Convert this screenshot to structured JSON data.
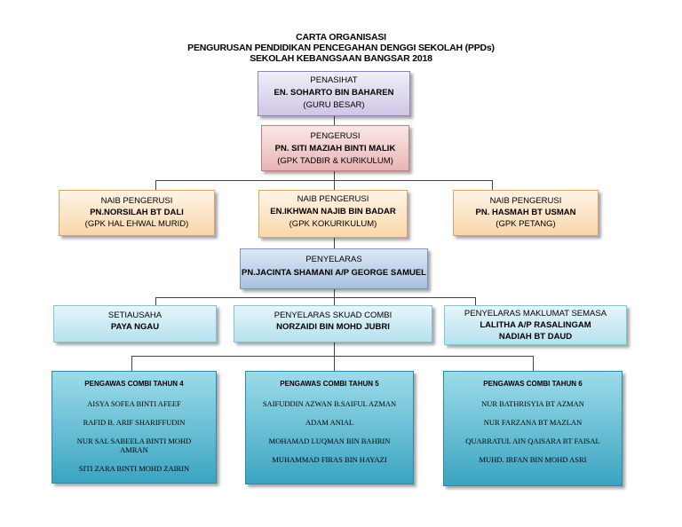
{
  "header": {
    "line1": "CARTA ORGANISASI",
    "line2": "PENGURUSAN PENDIDIKAN PENCEGAHAN DENGGI SEKOLAH (PPDs)",
    "line3": "SEKOLAH KEBANGSAAN BANGSAR 2018"
  },
  "penasihat": {
    "role": "PENASIHAT",
    "name": "EN. SOHARTO BIN BAHAREN",
    "title": "(GURU BESAR)"
  },
  "pengerusi": {
    "role": "PENGERUSI",
    "name": "PN. SITI MAZIAH BINTI MALIK",
    "title": "(GPK TADBIR & KURIKULUM)"
  },
  "naib": [
    {
      "role": "NAIB PENGERUSI",
      "name": "PN.NORSILAH BT DALI",
      "title": "(GPK HAL EHWAL MURID)"
    },
    {
      "role": "NAIB PENGERUSI",
      "name": "EN.IKHWAN NAJIB BIN BADAR",
      "title": "(GPK KOKURIKULUM)"
    },
    {
      "role": "NAIB PENGERUSI",
      "name": "PN. HASMAH BT USMAN",
      "title": "(GPK PETANG)"
    }
  ],
  "penyelaras": {
    "role": "PENYELARAS",
    "name": "PN.JACINTA SHAMANI A/P GEORGE SAMUEL"
  },
  "units": [
    {
      "role": "SETIAUSAHA",
      "name": "PAYA NGAU"
    },
    {
      "role": "PENYELARAS SKUAD COMBI",
      "name": "NORZAIDI BIN MOHD JUBRI"
    },
    {
      "role": "PENYELARAS MAKLUMAT SEMASA",
      "name": "LALITHA A/P RASALINGAM",
      "name2": "NADIAH BT DAUD"
    }
  ],
  "pengawas": [
    {
      "heading": "PENGAWAS COMBI TAHUN 4",
      "members": [
        "AISYA SOFEA BINTI AFEEF",
        "RAFID B. ARIF SHARIFFUDIN",
        "NUR SAL SABEELA BINTI MOHD AMRAN",
        "SITI ZARA BINTI MOHD ZAIRIN"
      ]
    },
    {
      "heading": "PENGAWAS COMBI TAHUN 5",
      "members": [
        "SAIFUDDIN AZWAN B.SAIFUL AZMAN",
        "ADAM ANIAL",
        "MOHAMAD LUQMAN BIN BAHRIN",
        "MUHAMMAD FIRAS BIN HAYAZI"
      ]
    },
    {
      "heading": "PENGAWAS COMBI TAHUN 6",
      "members": [
        "NUR BATHRISYIA BT AZMAN",
        "NUR FARZANA BT MAZLAN",
        "QUARRATUL AIN QAISARA BT FAISAL",
        "MUHD. IRFAN BIN MOHD ASRI"
      ]
    }
  ]
}
